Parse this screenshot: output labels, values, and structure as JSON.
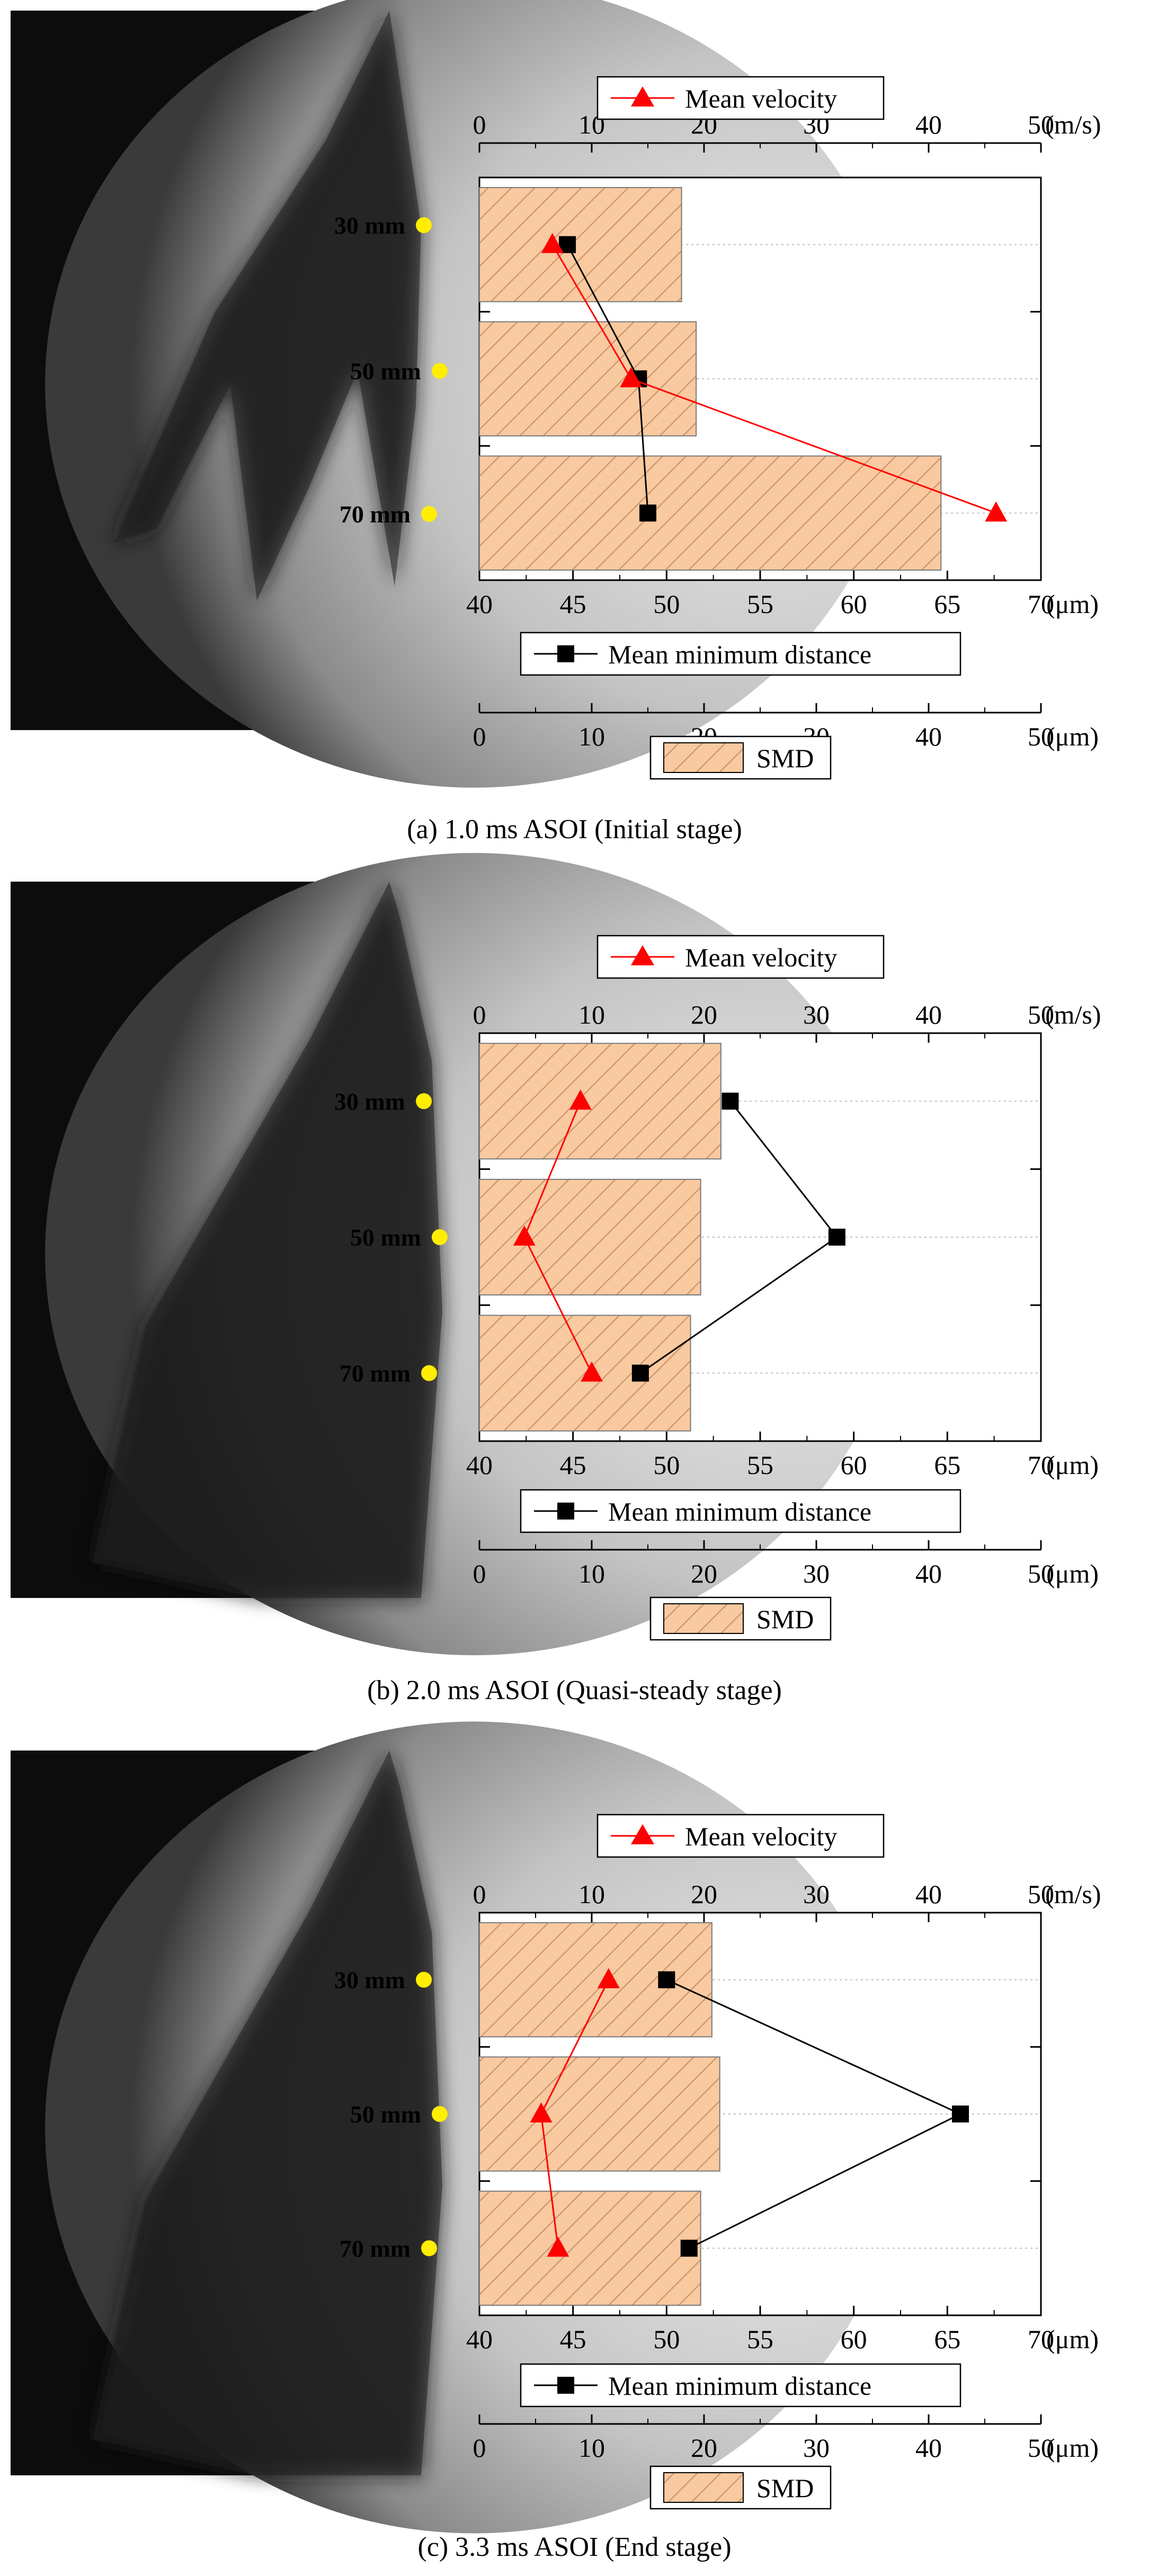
{
  "panels": [
    {
      "caption": "(a) 1.0 ms ASOI (Initial stage)",
      "spray_labels": [
        "30 mm",
        "50 mm",
        "70 mm"
      ],
      "mean_velocity_legend": "Mean velocity",
      "mean_min_distance_legend": "Mean minimum distance",
      "smd_legend": "SMD"
    },
    {
      "caption": "(b) 2.0 ms ASOI (Quasi-steady stage)",
      "spray_labels": [
        "30 mm",
        "50 mm",
        "70 mm"
      ],
      "mean_velocity_legend": "Mean velocity",
      "mean_min_distance_legend": "Mean minimum distance",
      "smd_legend": "SMD"
    },
    {
      "caption": "(c) 3.3 ms ASOI (End stage)",
      "spray_labels": [
        "30 mm",
        "50 mm",
        "70 mm"
      ],
      "mean_velocity_legend": "Mean velocity",
      "mean_min_distance_legend": "Mean minimum distance",
      "smd_legend": "SMD"
    }
  ],
  "colors": {
    "smd_fill": "#f9c9a0",
    "smd_hatch": "#c9936a",
    "velocity": "#ff0000",
    "distance": "#000000",
    "marker_dot": "#ffee00"
  },
  "chart_data": [
    {
      "type": "bar",
      "categories": [
        "30 mm",
        "50 mm",
        "70 mm"
      ],
      "series": [
        {
          "name": "SMD",
          "values": [
            18,
            19.3,
            41.1
          ]
        },
        {
          "name": "Mean velocity",
          "values": [
            6.5,
            13.5,
            46
          ]
        },
        {
          "name": "Mean minimum distance",
          "values": [
            44.7,
            48.5,
            49.0
          ]
        }
      ],
      "axes": {
        "velocity": {
          "range": [
            0,
            50
          ],
          "ticks": [
            0,
            10,
            20,
            30,
            40,
            50
          ],
          "unit": "(m/s)"
        },
        "distance": {
          "range": [
            40,
            70
          ],
          "ticks": [
            40,
            45,
            50,
            55,
            60,
            65,
            70
          ],
          "unit": "(μm)"
        },
        "smd": {
          "range": [
            0,
            50
          ],
          "ticks": [
            0,
            10,
            20,
            30,
            40,
            50
          ],
          "unit": "(μm)"
        }
      },
      "grid": true
    },
    {
      "type": "bar",
      "categories": [
        "30 mm",
        "50 mm",
        "70 mm"
      ],
      "series": [
        {
          "name": "SMD",
          "values": [
            21.5,
            19.7,
            18.8
          ]
        },
        {
          "name": "Mean velocity",
          "values": [
            9,
            4,
            10
          ]
        },
        {
          "name": "Mean minimum distance",
          "values": [
            53.4,
            59.1,
            48.6
          ]
        }
      ],
      "axes": {
        "velocity": {
          "range": [
            0,
            50
          ],
          "ticks": [
            0,
            10,
            20,
            30,
            40,
            50
          ],
          "unit": "(m/s)"
        },
        "distance": {
          "range": [
            40,
            70
          ],
          "ticks": [
            40,
            45,
            50,
            55,
            60,
            65,
            70
          ],
          "unit": "(μm)"
        },
        "smd": {
          "range": [
            0,
            50
          ],
          "ticks": [
            0,
            10,
            20,
            30,
            40,
            50
          ],
          "unit": "(μm)"
        }
      },
      "grid": true
    },
    {
      "type": "bar",
      "categories": [
        "30 mm",
        "50 mm",
        "70 mm"
      ],
      "series": [
        {
          "name": "SMD",
          "values": [
            20.7,
            21.4,
            19.7
          ]
        },
        {
          "name": "Mean velocity",
          "values": [
            11.5,
            5.5,
            7
          ]
        },
        {
          "name": "Mean minimum distance",
          "values": [
            50.0,
            65.7,
            51.2
          ]
        }
      ],
      "axes": {
        "velocity": {
          "range": [
            0,
            50
          ],
          "ticks": [
            0,
            10,
            20,
            30,
            40,
            50
          ],
          "unit": "(m/s)"
        },
        "distance": {
          "range": [
            40,
            70
          ],
          "ticks": [
            40,
            45,
            50,
            55,
            60,
            65,
            70
          ],
          "unit": "(μm)"
        },
        "smd": {
          "range": [
            0,
            50
          ],
          "ticks": [
            0,
            10,
            20,
            30,
            40,
            50
          ],
          "unit": "(μm)"
        }
      },
      "grid": true
    }
  ]
}
